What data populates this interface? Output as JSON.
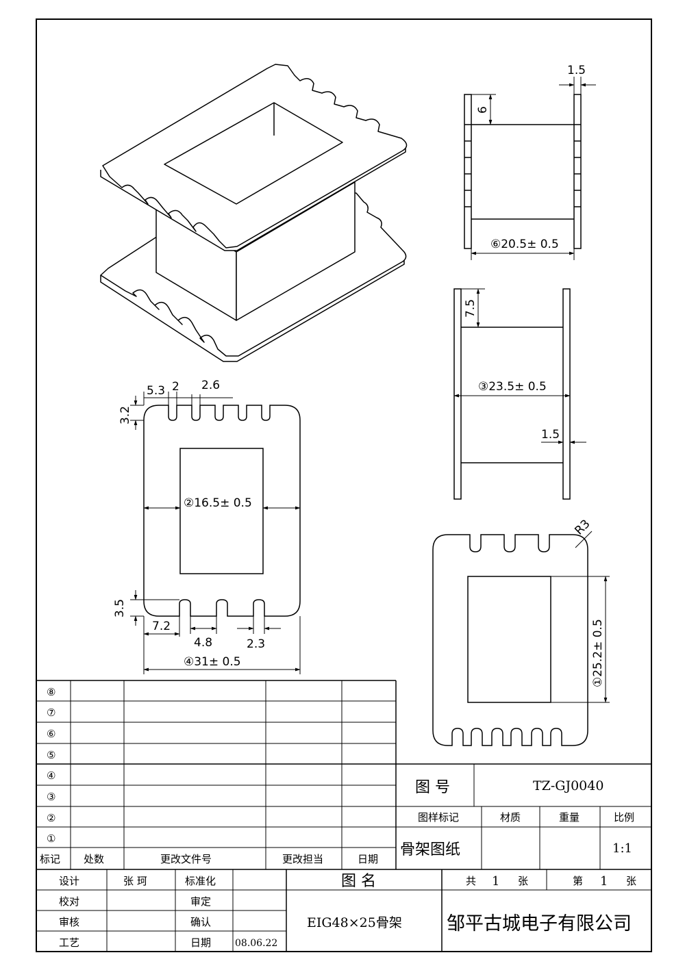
{
  "dims": {
    "d_5_3": "5.3",
    "d_2": "2",
    "d_2_6": "2.6",
    "d_3_2": "3.2",
    "d_16_5": "②16.5± 0.5",
    "d_3_5": "3.5",
    "d_7_2": "7.2",
    "d_4_8": "4.8",
    "d_2_3": "2.3",
    "d_31": "④31± 0.5",
    "d_1_5_top": "1.5",
    "d_6": "6",
    "d_20_5": "⑥20.5± 0.5",
    "d_7_5": "7.5",
    "d_23_5": "③23.5± 0.5",
    "d_1_5_mid": "1.5",
    "d_r3": "R3",
    "d_25_2": "①25.2± 0.5"
  },
  "revision_table": {
    "row_numbers": [
      "⑧",
      "⑦",
      "⑥",
      "⑤",
      "④",
      "③",
      "②",
      "①"
    ],
    "headers": [
      "标记",
      "处数",
      "更改文件号",
      "更改担当",
      "日期"
    ]
  },
  "title_block": {
    "drawing_no_label": "图  号",
    "drawing_no": "TZ-GJ0040",
    "marking_label": "图样标记",
    "material_label": "材质",
    "weight_label": "重量",
    "scale_label": "比例",
    "doc_type": "骨架图纸",
    "scale": "1:1",
    "name_label": "图  名",
    "total_label": "共",
    "total_value": "1",
    "sheet_unit": "张",
    "page_label": "第",
    "page_value": "1",
    "page_unit": "张",
    "design_label": "设计",
    "designer": "张 珂",
    "standard_label": "标准化",
    "check_label": "校对",
    "review_label": "审定",
    "audit_label": "审核",
    "confirm_label": "确认",
    "process_label": "工艺",
    "date_label": "日期",
    "date": "08.06.22",
    "part_name": "EIG48×25骨架",
    "company": "邹平古城电子有限公司"
  }
}
